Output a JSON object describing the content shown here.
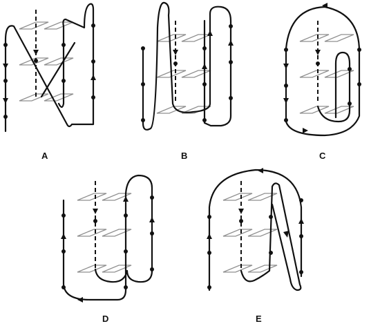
{
  "panels": [
    {
      "id": "A",
      "label": "A"
    },
    {
      "id": "B",
      "label": "B"
    },
    {
      "id": "C",
      "label": "C"
    },
    {
      "id": "D",
      "label": "D"
    },
    {
      "id": "E",
      "label": "E"
    }
  ]
}
